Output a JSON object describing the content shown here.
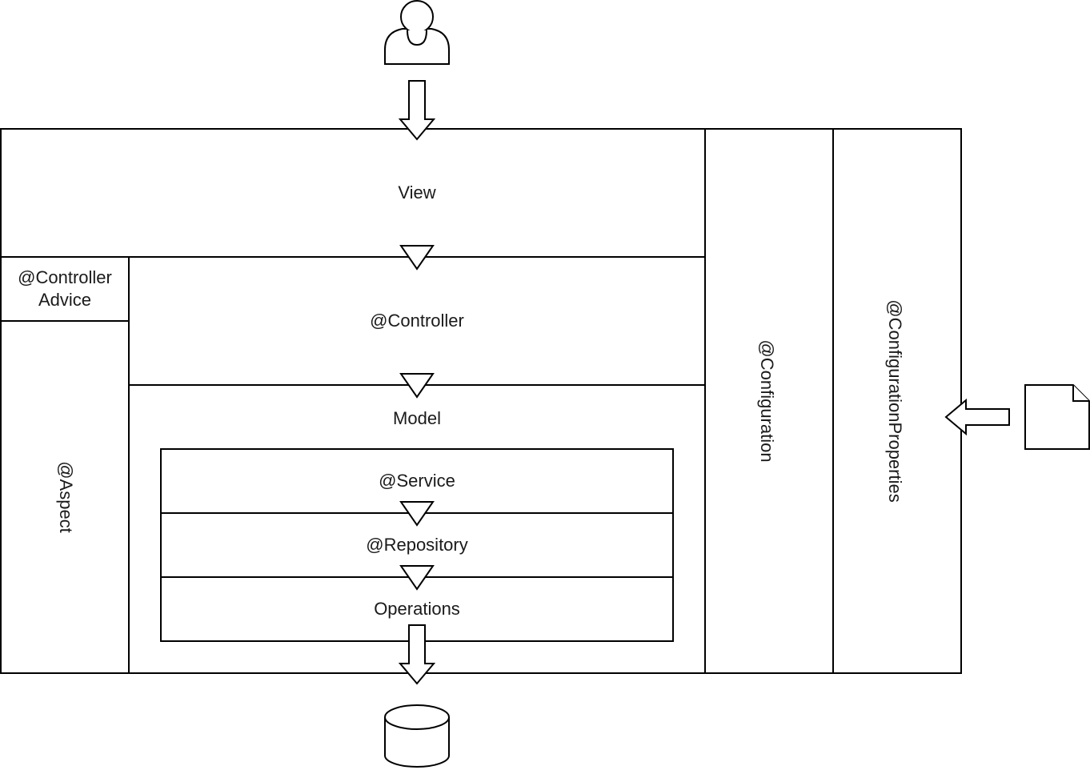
{
  "labels": {
    "view": "View",
    "controller": "@Controller",
    "controller_advice_line1": "@Controller",
    "controller_advice_line2": "Advice",
    "model": "Model",
    "service": "@Service",
    "repository": "@Repository",
    "operations": "Operations",
    "aspect": "@Aspect",
    "configuration": "@Configuration",
    "configuration_properties": "@ConfigurationProperties"
  },
  "icons": {
    "user": "user-icon",
    "database": "database-icon",
    "document": "document-icon"
  },
  "colors": {
    "stroke": "#000000",
    "fill": "#ffffff",
    "text": "#1a1a1a"
  }
}
